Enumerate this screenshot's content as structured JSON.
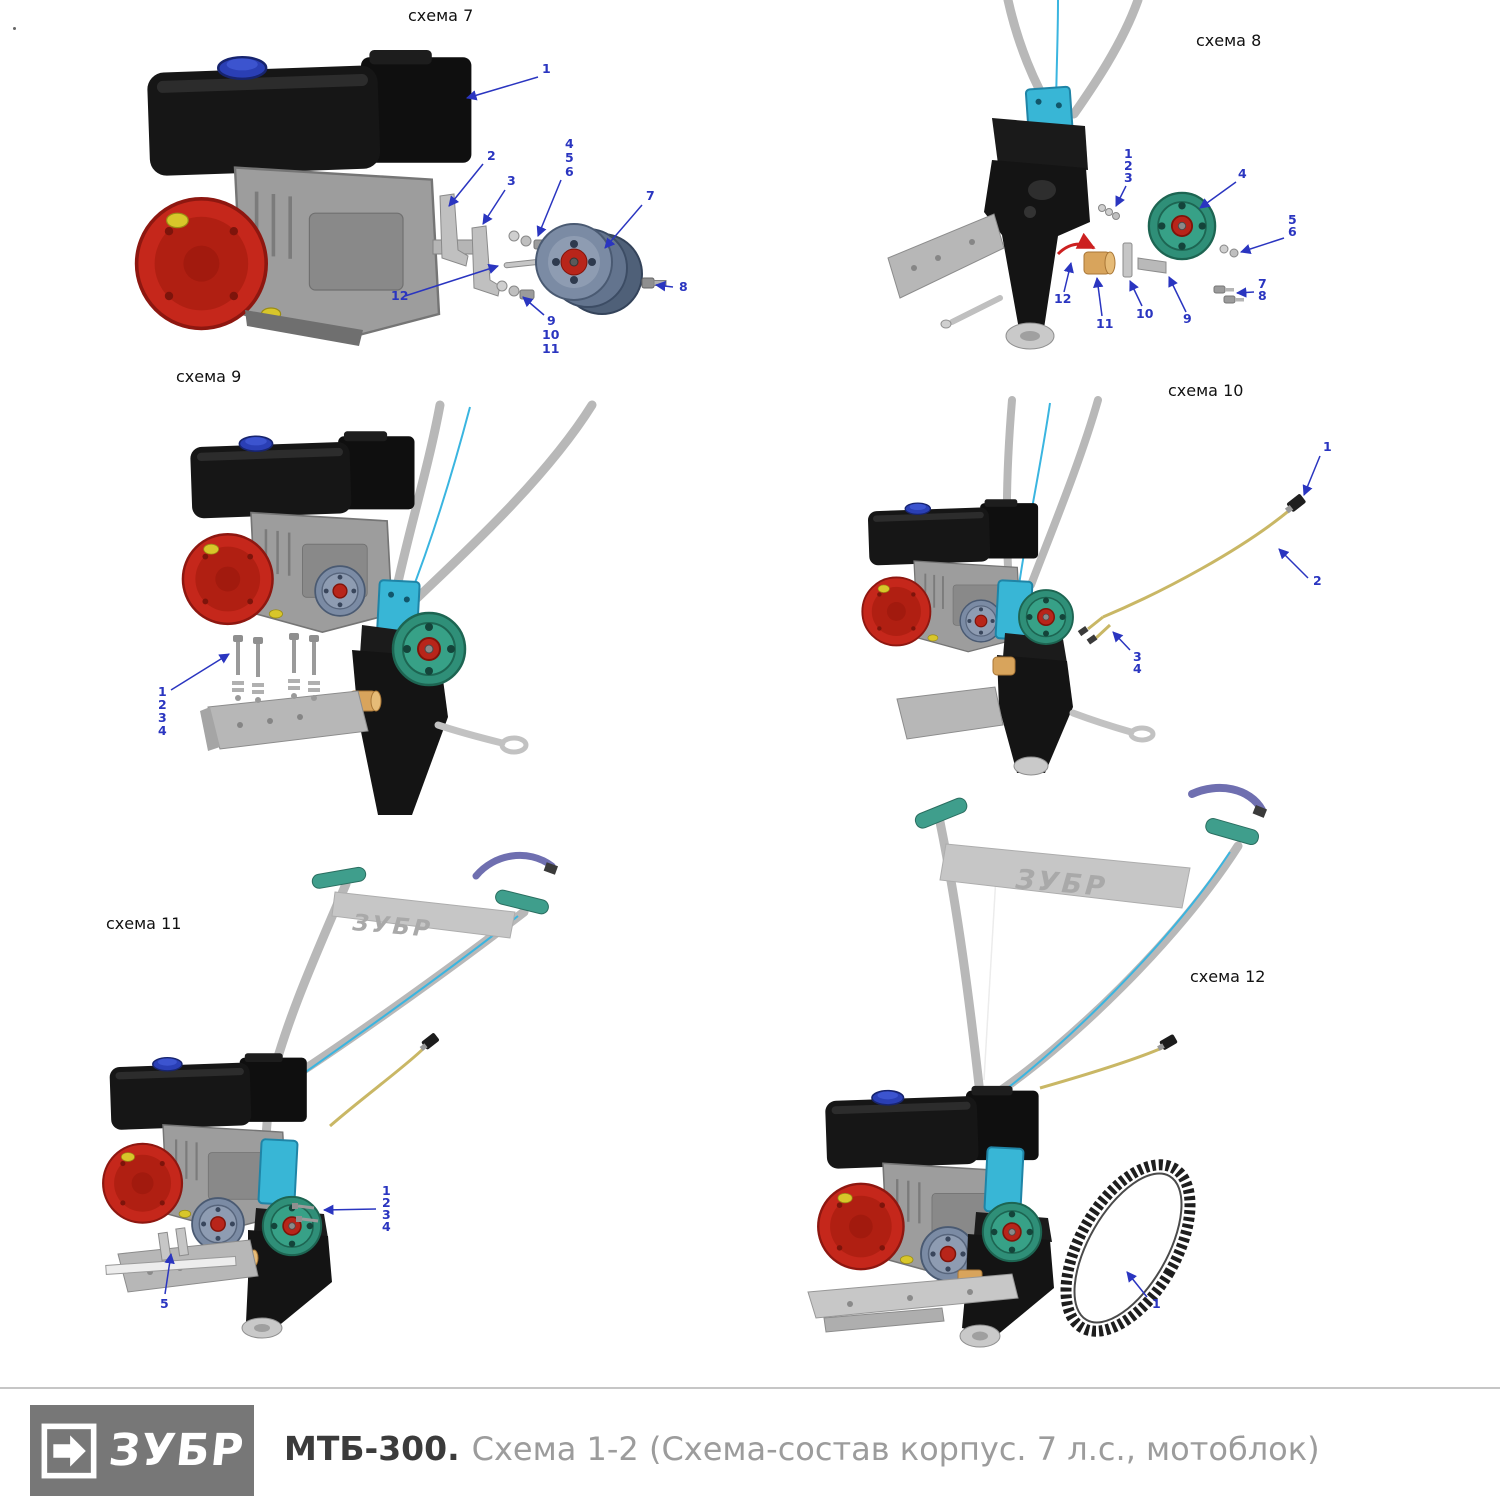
{
  "panels": {
    "schema7": {
      "title": "схема 7",
      "callouts": {
        "c1": "1",
        "c2": "2",
        "c3": "3",
        "c4": "4",
        "c5": "5",
        "c6": "6",
        "c7": "7",
        "c8": "8",
        "c9": "9",
        "c10": "10",
        "c11": "11",
        "c12": "12"
      }
    },
    "schema8": {
      "title": "схема 8",
      "callouts": {
        "c1": "1",
        "c2": "2",
        "c3": "3",
        "c4": "4",
        "c5": "5",
        "c6": "6",
        "c7": "7",
        "c8": "8",
        "c9": "9",
        "c10": "10",
        "c11": "11",
        "c12": "12"
      }
    },
    "schema9": {
      "title": "схема 9",
      "callouts": {
        "c1": "1",
        "c2": "2",
        "c3": "3",
        "c4": "4"
      }
    },
    "schema10": {
      "title": "схема 10",
      "callouts": {
        "c1": "1",
        "c2": "2",
        "c3": "3",
        "c4": "4"
      }
    },
    "schema11": {
      "title": "схема 11",
      "callouts": {
        "c1": "1",
        "c2": "2",
        "c3": "3",
        "c4": "4",
        "c5": "5"
      }
    },
    "schema12": {
      "title": "схема 12",
      "callouts": {
        "c1": "1"
      }
    }
  },
  "handlebar_watermark": "ЗУБР",
  "footer": {
    "logo_text": "ЗУБР",
    "model": "МТБ-300.",
    "caption": "Схема 1-2 (Схема-состав корпус. 7 л.с., мотоблок)"
  },
  "colors": {
    "callout_blue": "#2a35c0",
    "engine_red": "#c5271b",
    "pulley_teal": "#2f8f78",
    "pulley_steel": "#7b8ba4",
    "bracket_cyan": "#38b6d6",
    "fuel_cap_blue": "#2a3fb5",
    "cable_yellow": "#c9b765",
    "bushing_tan": "#d8a45c",
    "pointer_red": "#cc2020",
    "logo_bg": "#777777"
  }
}
